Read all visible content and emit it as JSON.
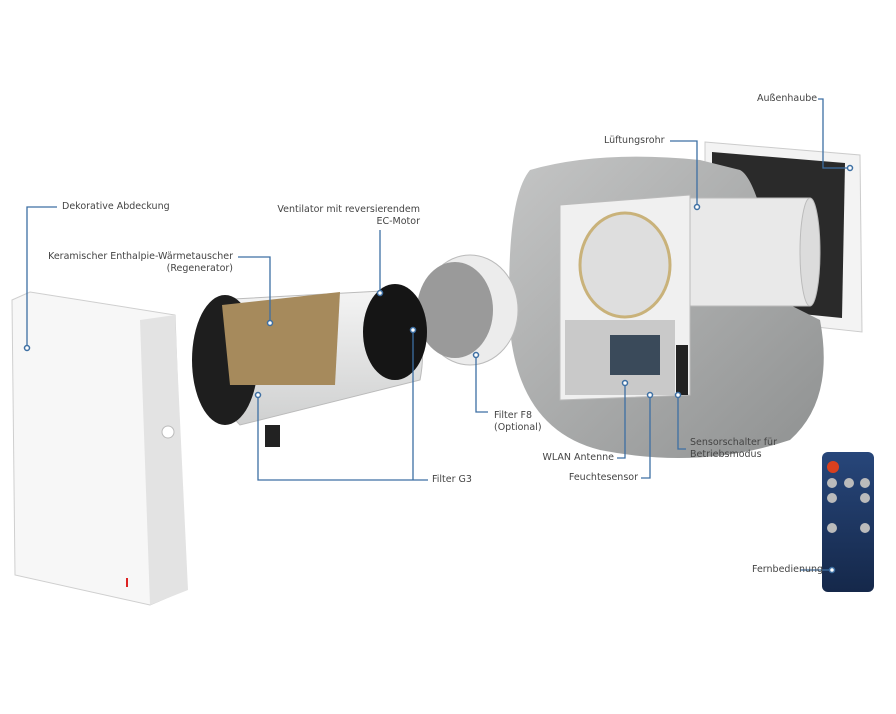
{
  "labels": {
    "cover": "Dekorative Abdeckung",
    "regen_1": "Keramischer Enthalpie-Wärmetauscher",
    "regen_2": "(Regenerator)",
    "fan_1": "Ventilator mit reversierendem",
    "fan_2": "EC-Motor",
    "filter_g3": "Filter G3",
    "filter_f8_1": "Filter F8",
    "filter_f8_2": "(Optional)",
    "wlan": "WLAN Antenne",
    "humidity": "Feuchtesensor",
    "sensor_1": "Sensorschalter für",
    "sensor_2": "Betriebsmodus",
    "tube": "Lüftungsrohr",
    "hood": "Außenhaube",
    "remote": "Fernbedienung"
  },
  "colors": {
    "leader": "#3d6fa3",
    "remote": "#1f3a66",
    "concrete": "#a9abab"
  }
}
